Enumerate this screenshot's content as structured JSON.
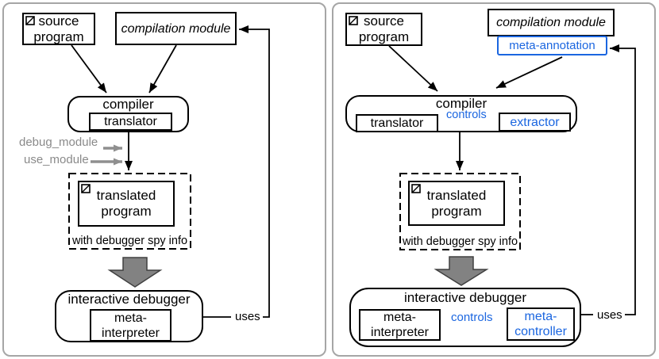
{
  "colors": {
    "accent_blue": "#1b66e0",
    "label_gray": "#8a8a8a",
    "block_arrow_fill": "#828282",
    "panel_border": "#a6a6a6"
  },
  "left_panel": {
    "source_program": {
      "line1": "source",
      "line2": "program"
    },
    "compilation_module_label": "compilation module",
    "compiler_label": "compiler",
    "translator_label": "translator",
    "debug_module_label": "debug_module",
    "use_module_label": "use_module",
    "translated_program": {
      "line1": "translated",
      "line2": "program"
    },
    "spy_info_label": "with debugger spy info",
    "interactive_debugger_label": "interactive debugger",
    "meta_interpreter": {
      "line1": "meta-",
      "line2": "interpreter"
    },
    "uses_label": "uses"
  },
  "right_panel": {
    "source_program": {
      "line1": "source",
      "line2": "program"
    },
    "compilation_module_label": "compilation module",
    "meta_annotation_label": "meta-annotation",
    "compiler_label": "compiler",
    "controls_label_top": "controls",
    "translator_label": "translator",
    "extractor_label": "extractor",
    "translated_program": {
      "line1": "translated",
      "line2": "program"
    },
    "spy_info_label": "with debugger spy info",
    "interactive_debugger_label": "interactive debugger",
    "meta_interpreter": {
      "line1": "meta-",
      "line2": "interpreter"
    },
    "controls_label_bottom": "controls",
    "meta_controller": {
      "line1": "meta-",
      "line2": "controller"
    },
    "uses_label": "uses"
  }
}
